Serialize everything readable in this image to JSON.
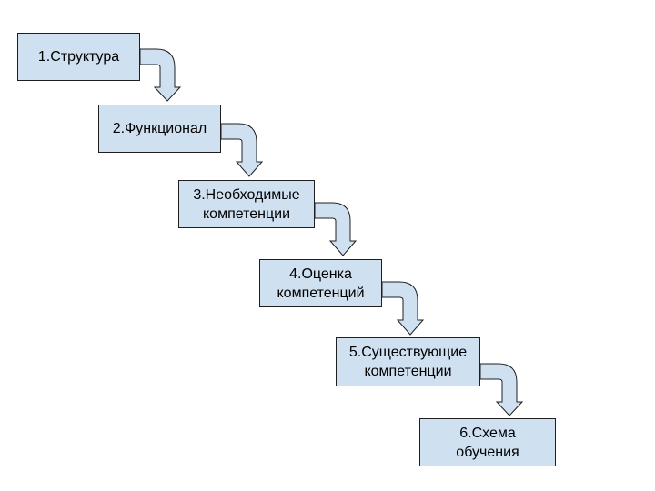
{
  "diagram": {
    "steps": [
      {
        "label": "1.Структура"
      },
      {
        "label": "2.Функционал"
      },
      {
        "label": "3.Необходимые\nкомпетенции"
      },
      {
        "label": "4.Оценка\nкомпетенций"
      },
      {
        "label": "5.Существующие\nкомпетенции"
      },
      {
        "label": "6.Схема\nобучения"
      }
    ],
    "colors": {
      "box_fill": "#cfe0f1",
      "border": "#1f1f1f",
      "arrow_fill": "#cfe0f1"
    }
  }
}
